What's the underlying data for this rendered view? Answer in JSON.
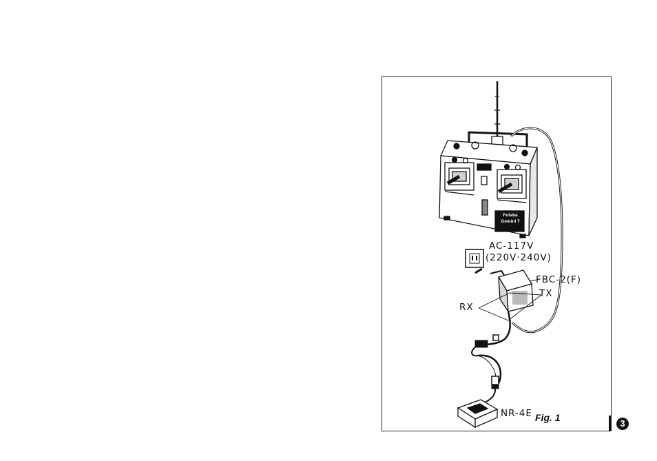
{
  "figure": {
    "caption": "Fig. 1",
    "page_number": "3",
    "labels": {
      "ac_voltage": "AC-117V",
      "ac_voltage_alt": "(220V·240V)",
      "charger_model": "FBC-2(F)",
      "tx": "TX",
      "rx": "RX",
      "battery": "NR-4E"
    },
    "transmitter_brand": "Futaba",
    "transmitter_model": "Gemini 7"
  }
}
